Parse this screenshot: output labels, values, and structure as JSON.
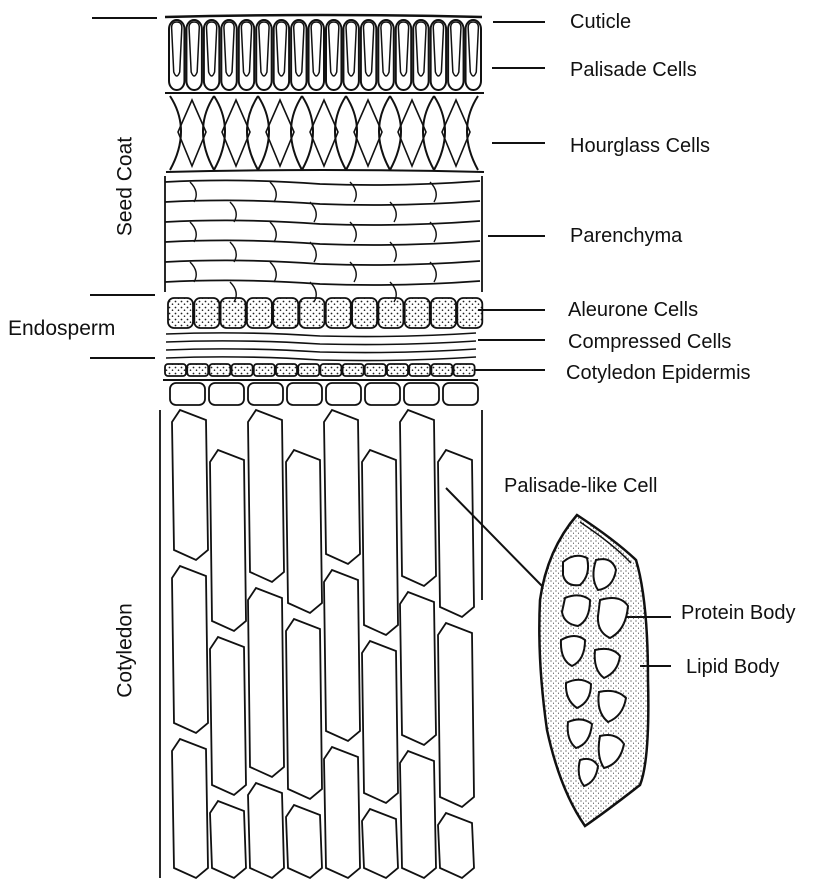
{
  "labels": {
    "cuticle": "Cuticle",
    "palisade_cells": "Palisade Cells",
    "hourglass_cells": "Hourglass Cells",
    "parenchyma": "Parenchyma",
    "aleurone_cells": "Aleurone Cells",
    "compressed_cells": "Compressed  Cells",
    "cotyledon_epidermis": "Cotyledon Epidermis",
    "palisade_like_cell": "Palisade-like Cell",
    "protein_body": "Protein Body",
    "lipid_body": "Lipid Body"
  },
  "regions": {
    "seed_coat": "Seed Coat",
    "endosperm": "Endosperm",
    "cotyledon": "Cotyledon"
  }
}
